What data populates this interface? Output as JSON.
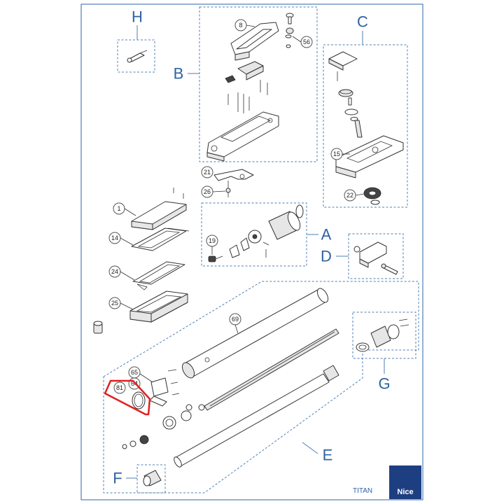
{
  "groups": [
    {
      "letter": "H"
    },
    {
      "letter": "B"
    },
    {
      "letter": "C"
    },
    {
      "letter": "A"
    },
    {
      "letter": "D"
    },
    {
      "letter": "G"
    },
    {
      "letter": "E"
    },
    {
      "letter": "F"
    }
  ],
  "callouts": [
    "8",
    "56",
    "15",
    "22",
    "21",
    "26",
    "1",
    "14",
    "24",
    "25",
    "19",
    "69",
    "65",
    "64",
    "81"
  ],
  "footer": {
    "model": "TITAN",
    "brand": "Nice"
  },
  "colors": {
    "accent": "#2f62a3",
    "frame": "#4f7fb5",
    "highlight": "#e02020",
    "brand_bg": "#1d3f82"
  }
}
